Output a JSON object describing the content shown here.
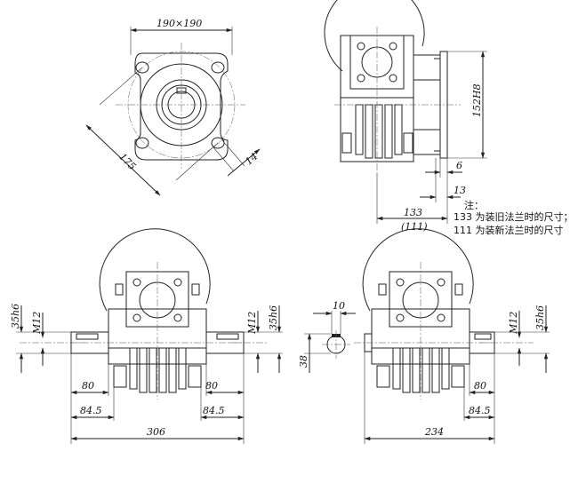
{
  "drawing": {
    "front_view": {
      "mount_size": "190×190",
      "bolt_circle": "175",
      "hole_dia": "14"
    },
    "side_view": {
      "flange_fit": "152H8",
      "flange_thickness": "6",
      "flange_offset": "13",
      "length_old": "133",
      "length_new": "(111)"
    },
    "notes": {
      "title": "注：",
      "line1": "133 为装旧法兰时的尺寸；",
      "line2": "111 为装新法兰时的尺寸"
    },
    "double_shaft_view": {
      "shaft_fit_left": "35h6",
      "thread_left": "M12",
      "shaft_fit_right": "35h6",
      "thread_right": "M12",
      "shaft_len_left": "80",
      "shoulder_left": "84.5",
      "shaft_len_right": "80",
      "shoulder_right": "84.5",
      "overall": "306"
    },
    "single_shaft_view": {
      "key_width": "10",
      "key_height": "38",
      "thread": "M12",
      "shaft_fit": "35h6",
      "shaft_len": "80",
      "shoulder": "84.5",
      "overall": "234"
    }
  }
}
